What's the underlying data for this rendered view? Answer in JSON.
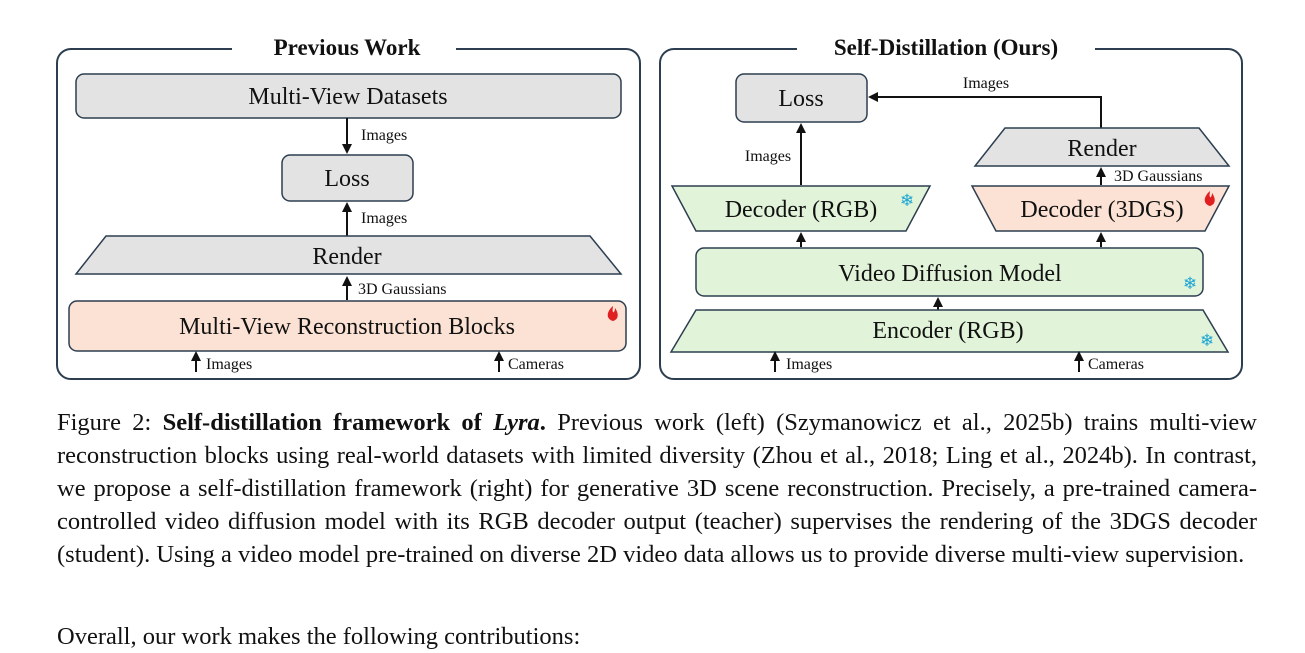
{
  "left_panel": {
    "title": "Previous Work",
    "datasets": "Multi-View Datasets",
    "loss": "Loss",
    "render": "Render",
    "recon": "Multi-View Reconstruction Blocks",
    "edge_images_top": "Images",
    "edge_images_mid": "Images",
    "edge_gaussians": "3D Gaussians",
    "input_images": "Images",
    "input_cameras": "Cameras"
  },
  "right_panel": {
    "title": "Self-Distillation (Ours)",
    "loss": "Loss",
    "render": "Render",
    "decoder_rgb": "Decoder (RGB)",
    "decoder_3dgs": "Decoder (3DGS)",
    "vdm": "Video Diffusion Model",
    "encoder": "Encoder (RGB)",
    "edge_images_render_to_loss": "Images",
    "edge_images_decoder_to_loss": "Images",
    "edge_gaussians": "3D Gaussians",
    "input_images": "Images",
    "input_cameras": "Cameras"
  },
  "icons": {
    "frozen": "snowflake-icon",
    "trainable": "flame-icon"
  },
  "colors": {
    "gray_box": "#e3e3e3",
    "salmon_box": "#fbe2d4",
    "green_box": "#e1f4d9",
    "frame": "#2c3e50",
    "snowflake": "#1aa3d4",
    "flame": "#e02020"
  },
  "caption": {
    "prefix": "Figure 2: ",
    "bold_lead": "Self-distillation framework of ",
    "bold_italic": "Lyra",
    "bold_end": ".",
    "body": " Previous work (left) (Szymanowicz et al., 2025b) trains multi-view reconstruction blocks using real-world datasets with limited diversity (Zhou et al., 2018; Ling et al., 2024b). In contrast, we propose a self-distillation framework (right) for generative 3D scene reconstruction. Precisely, a pre-trained camera-controlled video diffusion model with its RGB decoder output (teacher) supervises the rendering of the 3DGS decoder (student). Using a video model pre-trained on diverse 2D video data allows us to provide diverse multi-view supervision."
  },
  "next_paragraph": "Overall, our work makes the following contributions:"
}
